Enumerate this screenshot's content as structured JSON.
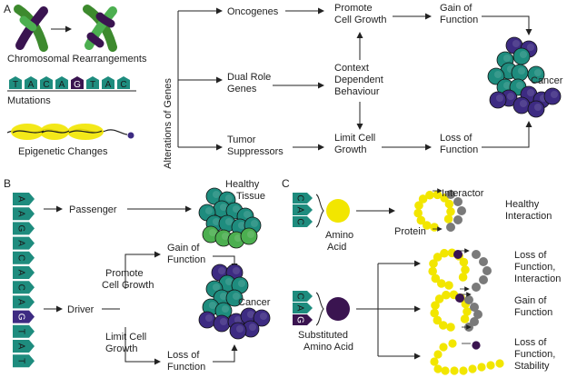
{
  "panel_a": {
    "label": "A",
    "chromosomal": "Chromosomal Rearrangements",
    "mutations": "Mutations",
    "mutation_letters": [
      "T",
      "A",
      "C",
      "A",
      "G",
      "T",
      "A",
      "C"
    ],
    "epigenetic": "Epigenetic Changes",
    "alterations": "Alterations of Genes",
    "oncogenes": "Oncogenes",
    "dual_role_1": "Dual Role",
    "dual_role_2": "Genes",
    "tumor_1": "Tumor",
    "tumor_2": "Suppressors",
    "promote_1": "Promote",
    "promote_2": "Cell Growth",
    "context_1": "Context",
    "context_2": "Dependent",
    "context_3": "Behaviour",
    "limit_1": "Limit Cell",
    "limit_2": "Growth",
    "gain_1": "Gain of",
    "gain_2": "Function",
    "loss_1": "Loss of",
    "loss_2": "Function",
    "cancer": "Cancer"
  },
  "panel_b": {
    "label": "B",
    "dna_letters": [
      "A",
      "A",
      "G",
      "A",
      "C",
      "A",
      "C",
      "A",
      "G",
      "T",
      "A",
      "T"
    ],
    "passenger": "Passenger",
    "driver": "Driver",
    "healthy_1": "Healthy",
    "healthy_2": "Tissue",
    "gain_1": "Gain of",
    "gain_2": "Function",
    "promote_1": "Promote",
    "promote_2": "Cell Growth",
    "limit_1": "Limit Cell",
    "limit_2": "Growth",
    "loss_1": "Loss of",
    "loss_2": "Function",
    "cancer": "Cancer"
  },
  "panel_c": {
    "label": "C",
    "codon_top": [
      "C",
      "A",
      "C"
    ],
    "codon_bottom": [
      "C",
      "A",
      "G"
    ],
    "amino_1": "Amino",
    "amino_2": "Acid",
    "protein": "Protein",
    "interactor": "Interactor",
    "sub_1": "Substituted",
    "sub_2": "Amino Acid",
    "healthy_1": "Healthy",
    "healthy_2": "Interaction",
    "loi_1": "Loss of",
    "loi_2": "Function,",
    "loi_3": "Interaction",
    "gain_1": "Gain of",
    "gain_2": "Function",
    "los_1": "Loss of",
    "los_2": "Function,",
    "los_3": "Stability"
  },
  "colors": {
    "teal": "#1e8c7e",
    "green": "#4caf50",
    "purple": "#3d2b82",
    "dark_purple": "#3a1450",
    "yellow": "#f2e600",
    "grey": "#7a7a7a"
  }
}
